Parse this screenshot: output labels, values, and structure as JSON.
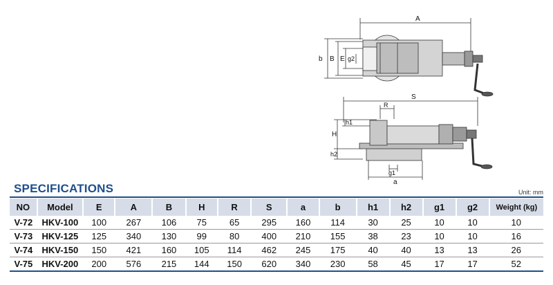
{
  "drawing": {
    "top_view_labels": {
      "A": "A",
      "b": "b",
      "B": "B",
      "E": "E",
      "g2": "g2"
    },
    "side_view_labels": {
      "S": "S",
      "R": "R",
      "h1": "h1",
      "H": "H",
      "h2": "h2",
      "g1": "g1",
      "a": "a"
    }
  },
  "specs": {
    "title": "SPECIFICATIONS",
    "unit": "Unit: mm",
    "headers": [
      "NO",
      "Model",
      "E",
      "A",
      "B",
      "H",
      "R",
      "S",
      "a",
      "b",
      "h1",
      "h2",
      "g1",
      "g2",
      "Weight (kg)"
    ],
    "rows": [
      [
        "V-72",
        "HKV-100",
        "100",
        "267",
        "106",
        "75",
        "65",
        "295",
        "160",
        "114",
        "30",
        "25",
        "10",
        "10",
        "10"
      ],
      [
        "V-73",
        "HKV-125",
        "125",
        "340",
        "130",
        "99",
        "80",
        "400",
        "210",
        "155",
        "38",
        "23",
        "10",
        "10",
        "16"
      ],
      [
        "V-74",
        "HKV-150",
        "150",
        "421",
        "160",
        "105",
        "114",
        "462",
        "245",
        "175",
        "40",
        "40",
        "13",
        "13",
        "26"
      ],
      [
        "V-75",
        "HKV-200",
        "200",
        "576",
        "215",
        "144",
        "150",
        "620",
        "340",
        "230",
        "58",
        "45",
        "17",
        "17",
        "52"
      ]
    ]
  }
}
